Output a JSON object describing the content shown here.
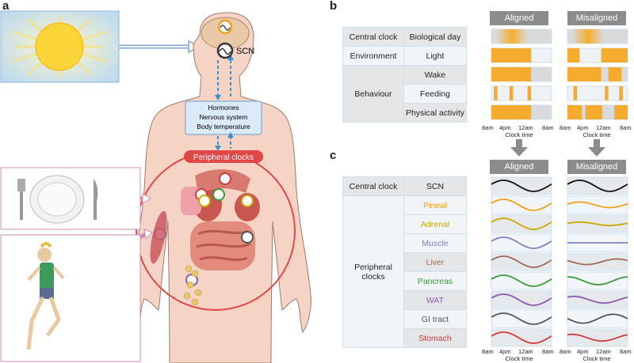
{
  "panel_labels": {
    "a": "a",
    "b": "b",
    "c": "c"
  },
  "body": {
    "scn_label": "SCN",
    "signals": [
      "Hormones",
      "Nervous system",
      "Body temperature"
    ],
    "peripheral_label": "Peripheral clocks"
  },
  "panel_b": {
    "aligned_header": "Aligned",
    "misaligned_header": "Misaligned",
    "rows": [
      {
        "group": "Central clock",
        "label": "Biological day"
      },
      {
        "group": "Environment",
        "label": "Light"
      },
      {
        "group": "Behaviour",
        "label": "Wake"
      },
      {
        "group": "",
        "label": "Feeding"
      },
      {
        "group": "",
        "label": "Physical activity"
      }
    ],
    "ticks": [
      "8am",
      "4pm",
      "12am",
      "8am"
    ],
    "axis_label": "Clock time"
  },
  "panel_c": {
    "aligned_header": "Aligned",
    "misaligned_header": "Misaligned",
    "groups": {
      "central": "Central clock",
      "peripheral": "Peripheral\nclocks"
    },
    "rows": [
      {
        "label": "SCN",
        "color": "#111111"
      },
      {
        "label": "Pineal",
        "color": "#f0a020"
      },
      {
        "label": "Adrenal",
        "color": "#c9a800"
      },
      {
        "label": "Muscle",
        "color": "#8080c8"
      },
      {
        "label": "Liver",
        "color": "#a06a5a"
      },
      {
        "label": "Pancreas",
        "color": "#3a9a3a"
      },
      {
        "label": "WAT",
        "color": "#8a5ab0"
      },
      {
        "label": "GI tract",
        "color": "#555555"
      },
      {
        "label": "Stomach",
        "color": "#d03a3a"
      }
    ],
    "ticks": [
      "8am",
      "4pm",
      "12am",
      "8am"
    ],
    "axis_label": "Clock time"
  },
  "colors": {
    "orange": "#f5ac2e",
    "grey_row": "#d9dadb",
    "blue_dash": "#3a8fd0",
    "red_circle": "#e04848"
  }
}
